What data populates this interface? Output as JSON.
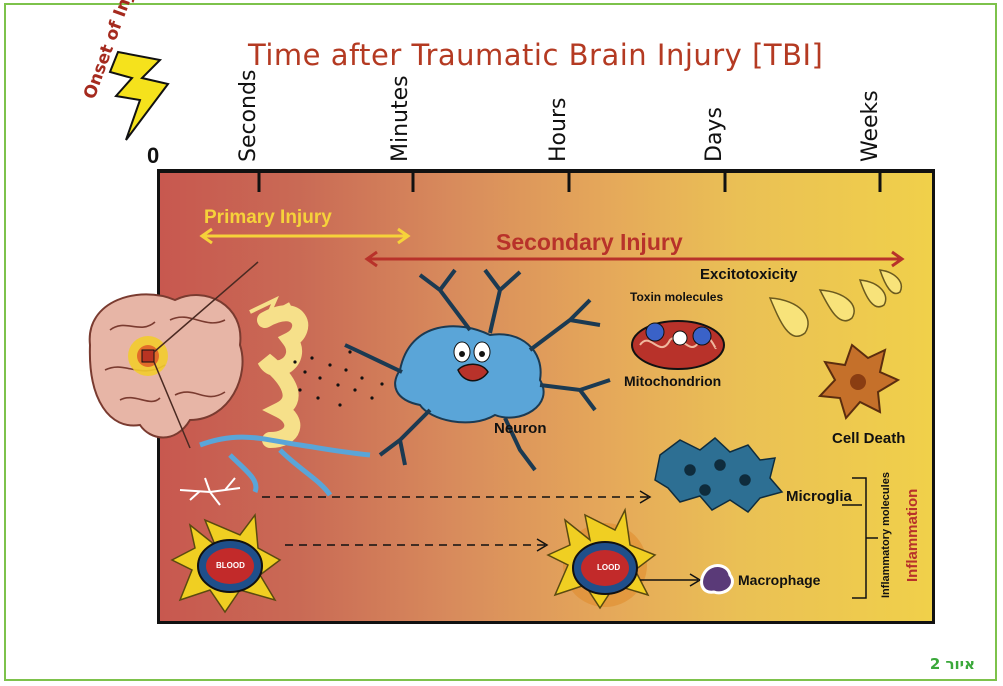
{
  "title": "Time after Traumatic Brain Injury [TBI]",
  "onset_label": "Onset of Injury",
  "zero_label": "0",
  "timeline": [
    "Seconds",
    "Minutes",
    "Hours",
    "Days",
    "Weeks"
  ],
  "phases": {
    "primary": "Primary Injury",
    "secondary": "Secondary Injury"
  },
  "labels": {
    "excitotoxicity": "Excitotoxicity",
    "toxin": "Toxin molecules",
    "mitochondrion": "Mitochondrion",
    "neuron": "Neuron",
    "cell_death": "Cell Death",
    "microglia": "Microglia",
    "macrophage": "Macrophage",
    "blood1": "BLOOD",
    "blood2": "LOOD",
    "inflammatory": "Inflammatory molecules",
    "inflammation": "Inflammation"
  },
  "caption": "איור 2",
  "colors": {
    "border": "#7dc24b",
    "title": "#b43a22",
    "primary": "#f6d23a",
    "secondary": "#b8322a",
    "neuron": "#5aa5d8",
    "microglia": "#2d6f93",
    "caption": "#3aa83a"
  }
}
